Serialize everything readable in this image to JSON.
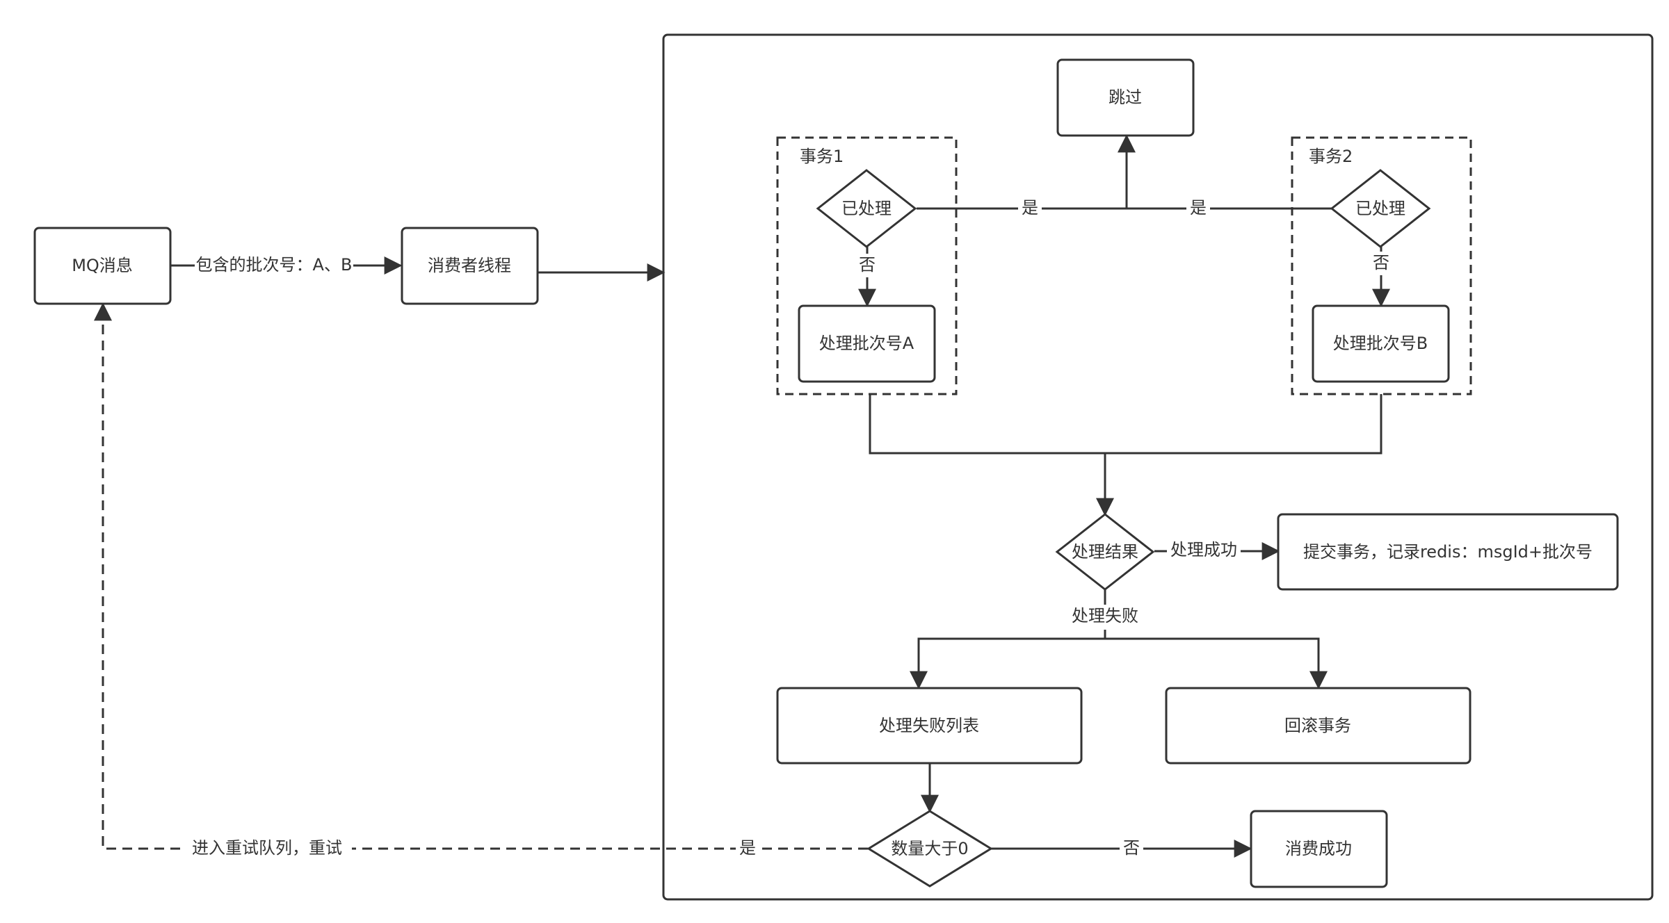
{
  "nodes": {
    "mq_message": "MQ消息",
    "consumer_thread": "消费者线程",
    "skip": "跳过",
    "transaction1": "事务1",
    "transaction2": "事务2",
    "processed1": "已处理",
    "processed2": "已处理",
    "process_batch_a": "处理批次号A",
    "process_batch_b": "处理批次号B",
    "process_result": "处理结果",
    "commit": "提交事务，记录redis：msgId+批次号",
    "failed_list": "处理失败列表",
    "rollback": "回滚事务",
    "count_gt_zero": "数量大于0",
    "consume_success": "消费成功"
  },
  "edges": {
    "contains_batches": "包含的批次号：A、B",
    "yes_left": "是",
    "yes_right": "是",
    "no_1": "否",
    "no_2": "否",
    "process_success": "处理成功",
    "process_failure": "处理失败",
    "yes_retry": "是",
    "no_success": "否",
    "retry_queue": "进入重试队列，重试"
  }
}
